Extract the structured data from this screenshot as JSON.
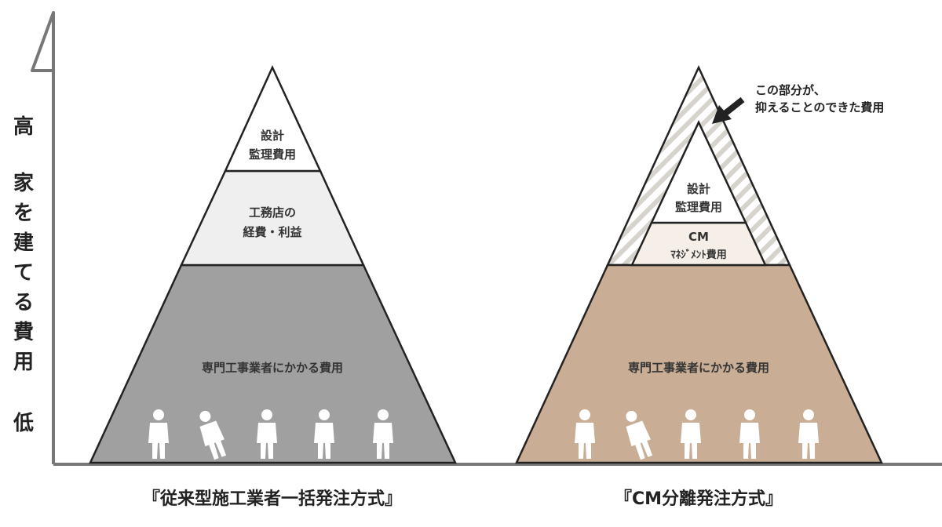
{
  "axis": {
    "high": "高",
    "title_chars": [
      "家",
      "を",
      "建",
      "て",
      "る",
      "費",
      "用"
    ],
    "low": "低"
  },
  "left_pyramid": {
    "caption": "『従来型施工業者一括発注方式』",
    "top_line1": "設計",
    "top_line2": "監理費用",
    "middle_line1": "工務店の",
    "middle_line2": "経費・利益",
    "bottom": "専門工事業者にかかる費用"
  },
  "right_pyramid": {
    "caption": "『CM分離発注方式』",
    "top_line1": "設計",
    "top_line2": "監理費用",
    "middle_line1": "CM",
    "middle_line2": "ﾏﾈｼﾞﾒﾝﾄ費用",
    "bottom": "専門工事業者にかかる費用",
    "note_line1": "この部分が、",
    "note_line2": "抑えることのできた費用"
  },
  "colors": {
    "axis": "#777777",
    "left_bottom": "#a0a0a0",
    "left_middle": "#efefef",
    "right_bottom": "#c9ae95",
    "right_middle": "#f6efe8",
    "stripe": "#d6d2cc"
  }
}
